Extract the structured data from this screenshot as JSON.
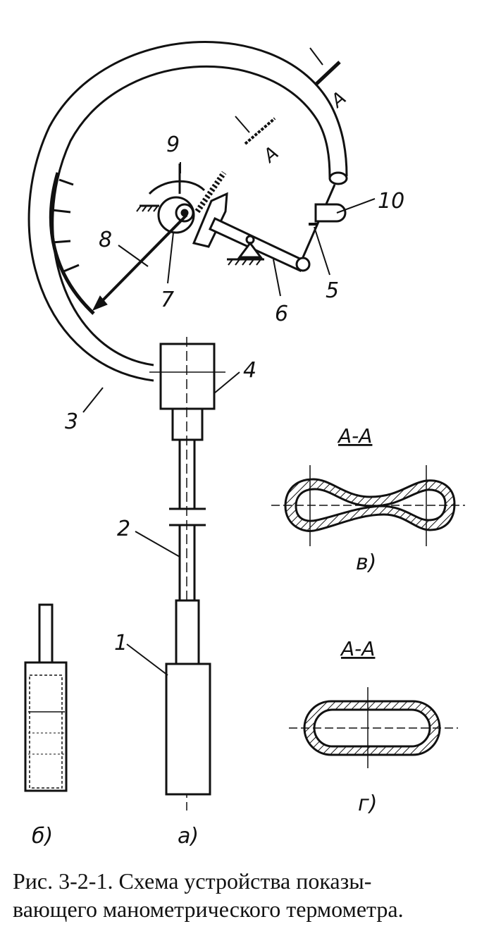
{
  "figure": {
    "caption_line1": "Рис. 3-2-1. Схема устройства показы-",
    "caption_line2": "вающего манометрического термометра."
  },
  "labels": {
    "n1": "1",
    "n2": "2",
    "n3": "3",
    "n4": "4",
    "n5": "5",
    "n6": "6",
    "n7": "7",
    "n8": "8",
    "n9": "9",
    "n10": "10",
    "a_section_upper": "A",
    "a_section_lower": "A",
    "view_a": "а)",
    "view_b": "б)",
    "view_v": "в)",
    "view_g": "г)",
    "section_v_title": "А-А",
    "section_g_title": "А-А"
  }
}
